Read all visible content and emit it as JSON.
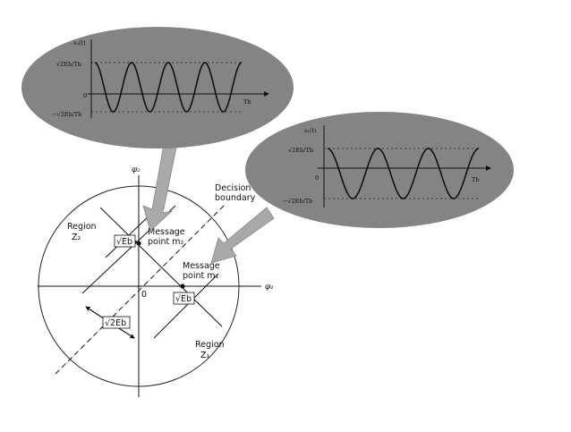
{
  "figure": {
    "axes": {
      "phi1_label": "φ₁",
      "phi2_label": "φ₂",
      "origin_label": "0"
    },
    "decision_boundary_label": [
      "Decision",
      "boundary"
    ],
    "region_z2_label": [
      "Region",
      "Z₂"
    ],
    "region_z1_label": [
      "Region",
      "Z₁"
    ],
    "message_point_m2_label": [
      "Message",
      "point m₂"
    ],
    "message_point_m1_label": [
      "Message",
      "point m₁"
    ],
    "sqrt_eb_label_m2": "√Eb",
    "sqrt_eb_label_m1": "√Eb",
    "sqrt_2eb_label": "√2Eb"
  },
  "waveform_s2": {
    "ylabel": "s₂(t)",
    "amp_pos_label": "√2Eb/Tb",
    "amp_neg_label": "−√2Eb/Tb",
    "zero_label": "0",
    "time_label": "Tb",
    "cycles": 4
  },
  "waveform_s1": {
    "ylabel": "s₁(t)",
    "amp_pos_label": "√2Eb/Tb",
    "amp_neg_label": "−√2Eb/Tb",
    "zero_label": "0",
    "time_label": "Tb",
    "cycles": 3
  },
  "colors": {
    "blob_fill": "#8a8a8a",
    "blob_edge": "#6f6f6f",
    "arrow_fill": "#a9a9a9",
    "ink": "#111111"
  }
}
